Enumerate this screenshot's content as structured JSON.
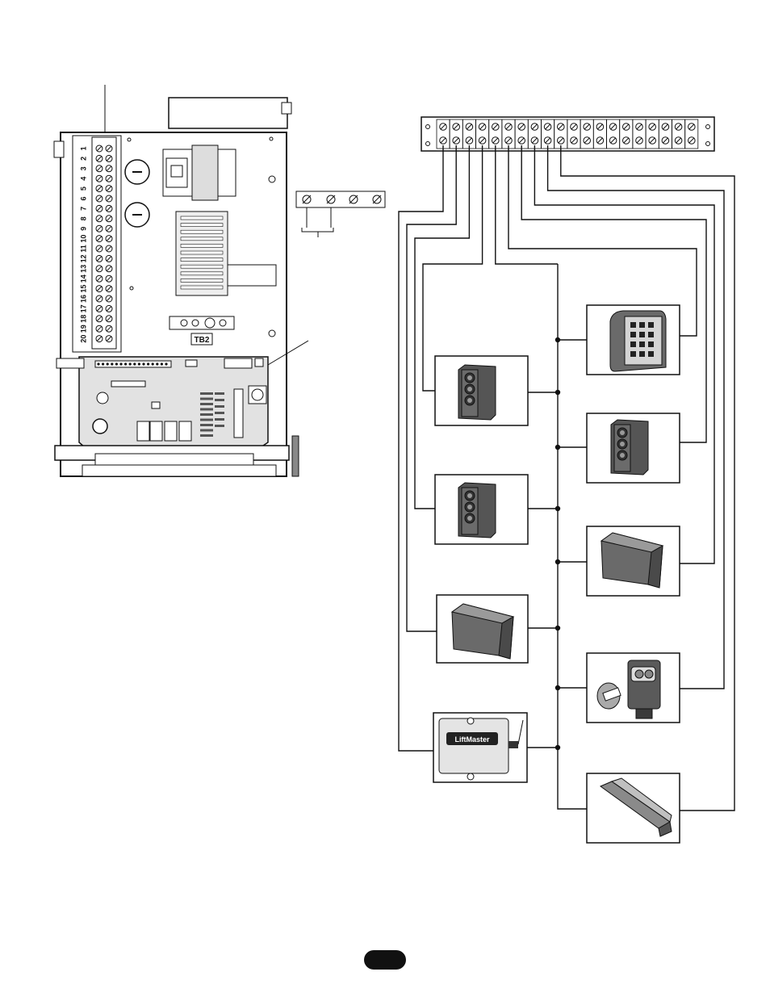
{
  "terminal_numbers": [
    "1",
    "2",
    "3",
    "4",
    "5",
    "6",
    "7",
    "8",
    "9",
    "10",
    "11",
    "12",
    "13",
    "14",
    "15",
    "16",
    "17",
    "18",
    "19",
    "20"
  ],
  "tb2_label": "TB2",
  "transmitter_brand": "LiftMaster",
  "colors": {
    "line": "#111111",
    "device_dark": "#4a4a4a",
    "device_light": "#c8c8c8",
    "board_fill": "#e2e2e2",
    "page_pill": "#111111"
  },
  "devices": [
    {
      "id": "3-button-station-a",
      "icon": "three-button-station-icon"
    },
    {
      "id": "3-button-station-b",
      "icon": "three-button-station-icon"
    },
    {
      "id": "keypad",
      "icon": "keypad-icon"
    },
    {
      "id": "3-button-station-c",
      "icon": "three-button-station-icon"
    },
    {
      "id": "loop-detector-left",
      "icon": "loop-detector-icon"
    },
    {
      "id": "loop-detector-right",
      "icon": "loop-detector-icon"
    },
    {
      "id": "photo-eye",
      "icon": "photo-eye-icon"
    },
    {
      "id": "radio-receiver",
      "icon": "radio-receiver-icon"
    },
    {
      "id": "edge-sensor",
      "icon": "edge-sensor-icon"
    }
  ]
}
